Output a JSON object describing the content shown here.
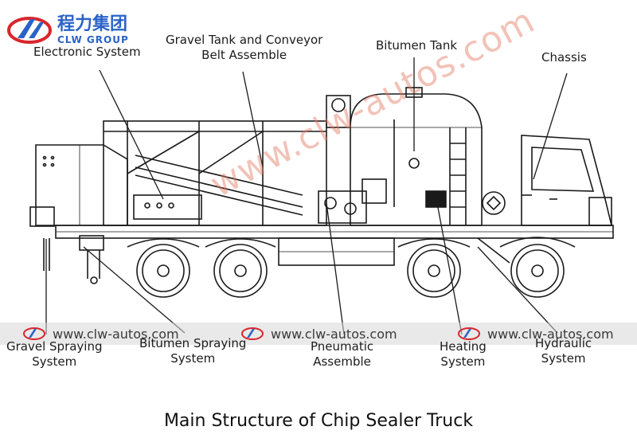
{
  "logo": {
    "cn_text": "程力集团",
    "en_text": "CLW GROUP"
  },
  "labels": {
    "electronic_system": "Electronic System",
    "gravel_tank_line1": "Gravel Tank and Conveyor",
    "gravel_tank_line2": "Belt Assemble",
    "bitumen_tank": "Bitumen Tank",
    "chassis": "Chassis",
    "gravel_spraying_line1": "Gravel Spraying",
    "gravel_spraying_line2": "System",
    "bitumen_spraying_line1": "Bitumen Spraying",
    "bitumen_spraying_line2": "System",
    "pneumatic_line1": "Pneumatic",
    "pneumatic_line2": "Assemble",
    "heating_line1": "Heating",
    "heating_line2": "System",
    "hydraulic_line1": "Hydraulic",
    "hydraulic_line2": "System"
  },
  "watermarks": {
    "url_1": "www.clw-autos.com",
    "url_2": "www.clw-autos.com",
    "url_3": "www.clw-autos.com",
    "diagonal": "www.clw-autos.com"
  },
  "caption": "Main Structure of Chip Sealer Truck",
  "colors": {
    "line": "#1a1a1a",
    "logo_blue": "#2a63c8",
    "logo_red": "#d9262c",
    "watermark_band": "#d7d7d7",
    "watermark_diagonal": "#e2785f"
  }
}
